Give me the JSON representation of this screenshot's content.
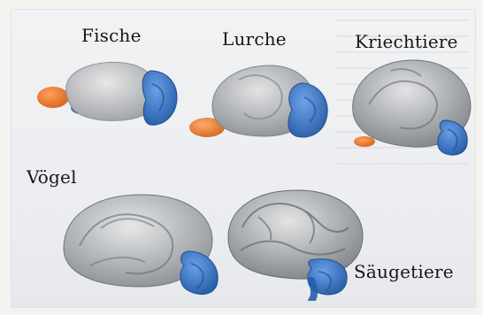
{
  "labels": {
    "fische": "Fische",
    "lurche": "Lurche",
    "kriechtiere": "Kriechtiere",
    "voegel": "Vögel",
    "saeugetiere": "Säugetiere"
  },
  "colors": {
    "background": "#f1f2f3",
    "brain_gray": "#bdbfc1",
    "cerebellum_blue": "#3b76c8",
    "olfactory_orange": "#e9782f"
  }
}
